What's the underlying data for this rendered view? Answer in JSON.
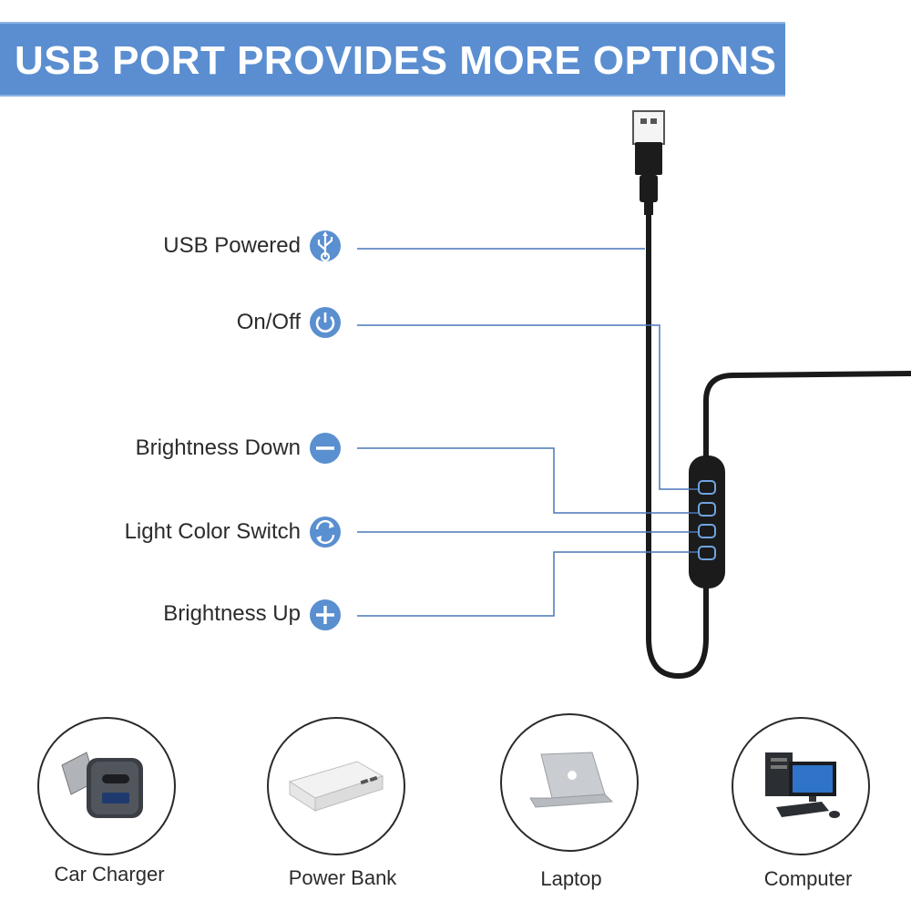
{
  "banner": {
    "title": "USB PORT PROVIDES MORE OPTIONS"
  },
  "features": [
    {
      "label": "USB Powered",
      "icon": "usb-icon"
    },
    {
      "label": "On/Off",
      "icon": "power-icon"
    },
    {
      "label": "Brightness Down",
      "icon": "minus-icon"
    },
    {
      "label": "Light Color Switch",
      "icon": "swap-icon"
    },
    {
      "label": "Brightness Up",
      "icon": "plus-icon"
    }
  ],
  "power_sources": [
    {
      "label": "Car Charger",
      "icon": "car-charger-icon"
    },
    {
      "label": "Power Bank",
      "icon": "power-bank-icon"
    },
    {
      "label": "Laptop",
      "icon": "laptop-icon"
    },
    {
      "label": "Computer",
      "icon": "computer-icon"
    }
  ],
  "colors": {
    "accent": "#5b8ed0",
    "icon_blue": "#5a8fd0",
    "line_blue": "#4a76b8",
    "cable": "#1a1a1a"
  }
}
